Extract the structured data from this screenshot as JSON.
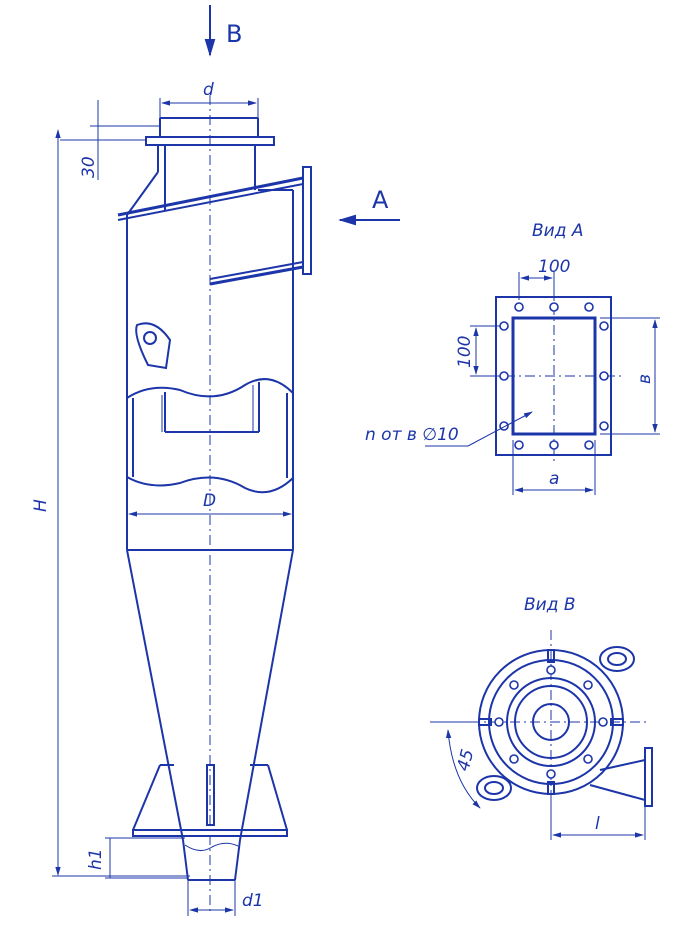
{
  "labels": {
    "view_arrow_b": "В",
    "view_arrow_a": "А",
    "dim_d": "d",
    "dim_30": "30",
    "dim_H": "H",
    "dim_D": "D",
    "dim_h1": "h1",
    "dim_d1": "d1",
    "view_a_title": "Вид А",
    "view_a_dim_100_top": "100",
    "view_a_dim_100_left": "100",
    "view_a_dim_b": "в",
    "view_a_dim_a": "а",
    "view_a_holes_note": "n от в ∅10",
    "view_b_title": "Вид В",
    "view_b_dim_45": "45",
    "view_b_dim_l": "l"
  },
  "colors": {
    "ink": "#1c35a8",
    "background": "#ffffff"
  }
}
